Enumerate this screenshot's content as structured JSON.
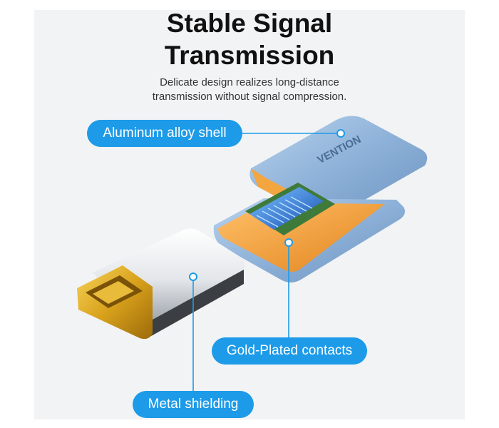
{
  "heading": {
    "line1": "Stable Signal",
    "line2": "Transmission"
  },
  "description": {
    "line1": "Delicate design realizes long-distance",
    "line2": "transmission without signal compression."
  },
  "callouts": {
    "shell": "Aluminum alloy shell",
    "contacts": "Gold-Plated contacts",
    "shielding": "Metal shielding"
  },
  "brand": "VENTION",
  "colors": {
    "accent": "#1d9be8",
    "shell": "#8fb3d9",
    "inner_orange": "#f09a2e",
    "gold": "#d9a21c"
  }
}
